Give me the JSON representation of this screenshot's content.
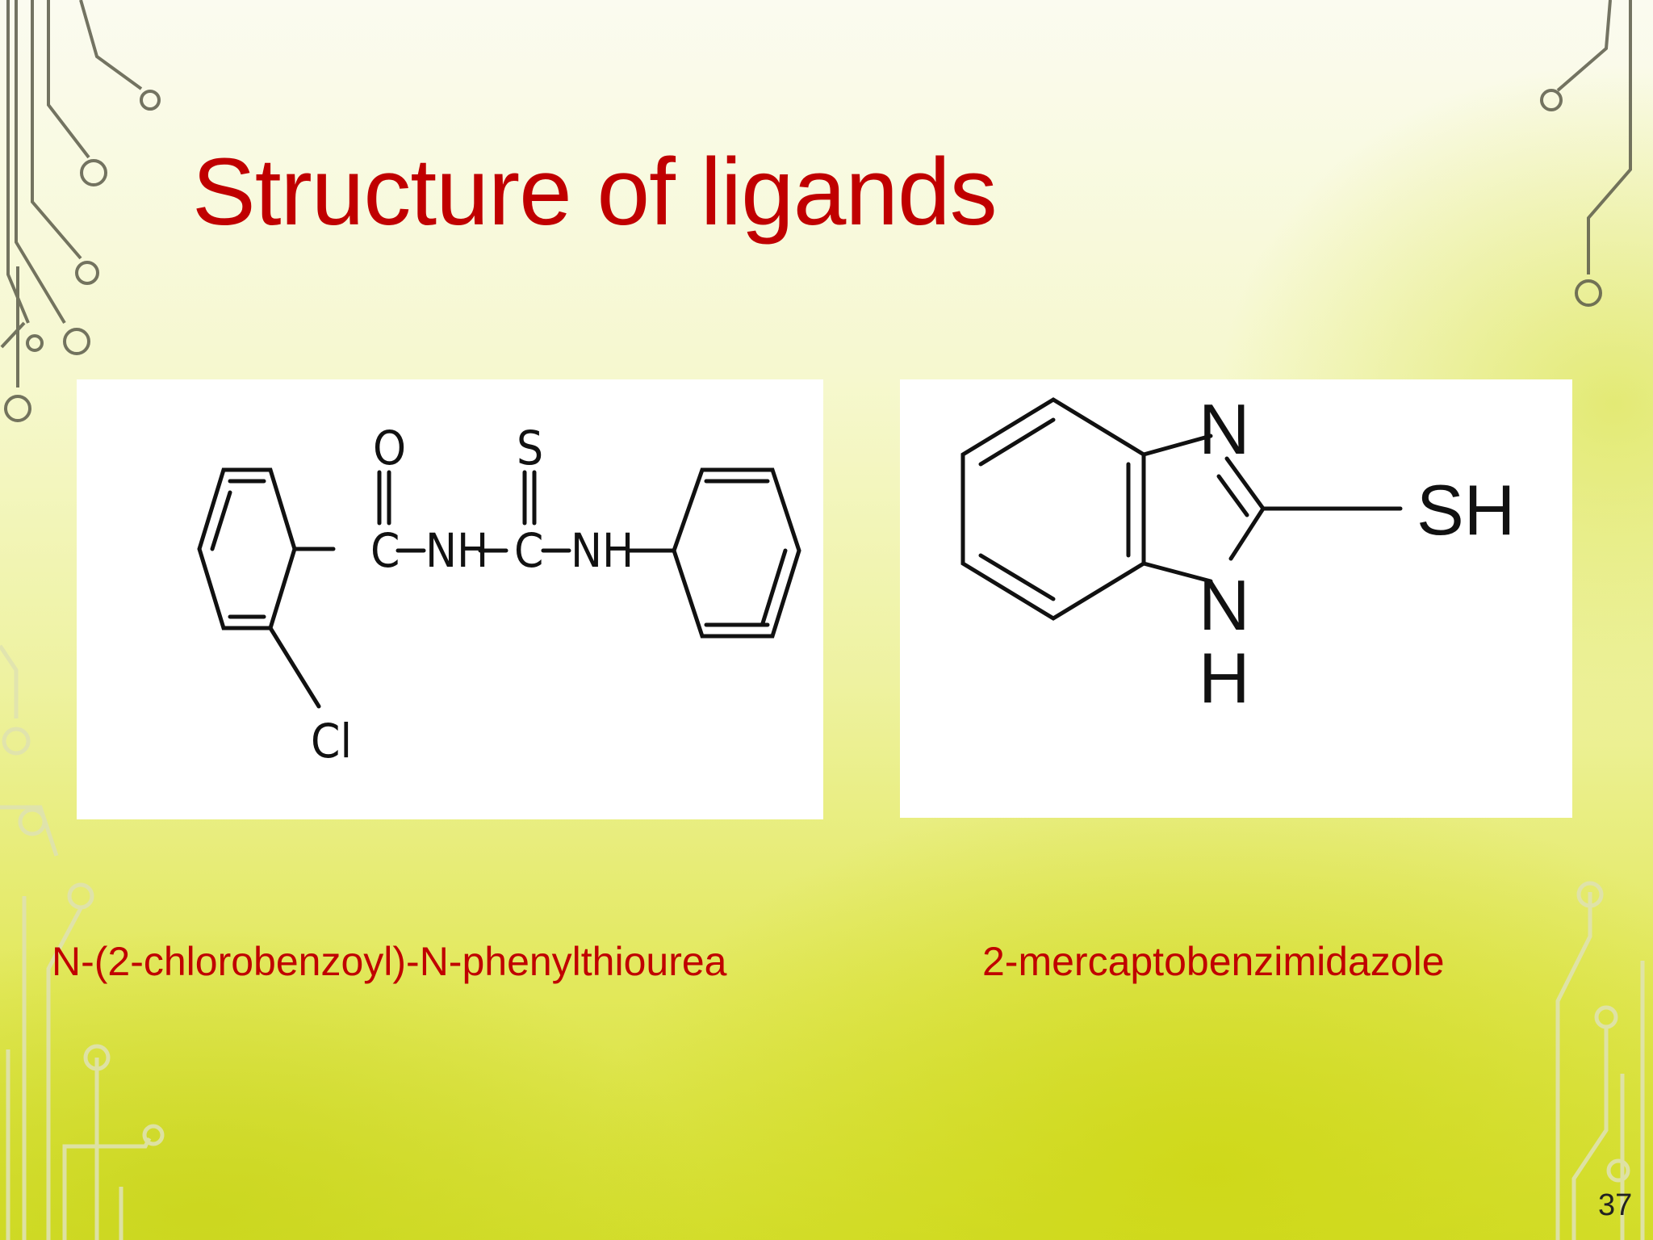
{
  "slide": {
    "title": "Structure of ligands",
    "page_number": "37",
    "title_color": "#c00000"
  },
  "ligands": [
    {
      "name": "N-(2-chlorobenzoyl)-N-phenylthiourea",
      "atoms": {
        "carbonyl_o": "O",
        "thio_s": "S",
        "c1": "C",
        "nh1": "NH",
        "c2": "C",
        "nh2": "NH",
        "cl": "Cl"
      }
    },
    {
      "name": "2-mercaptobenzimidazole",
      "atoms": {
        "n_top": "N",
        "n_bottom": "N",
        "h_bottom": "H",
        "sh": "SH"
      }
    }
  ]
}
